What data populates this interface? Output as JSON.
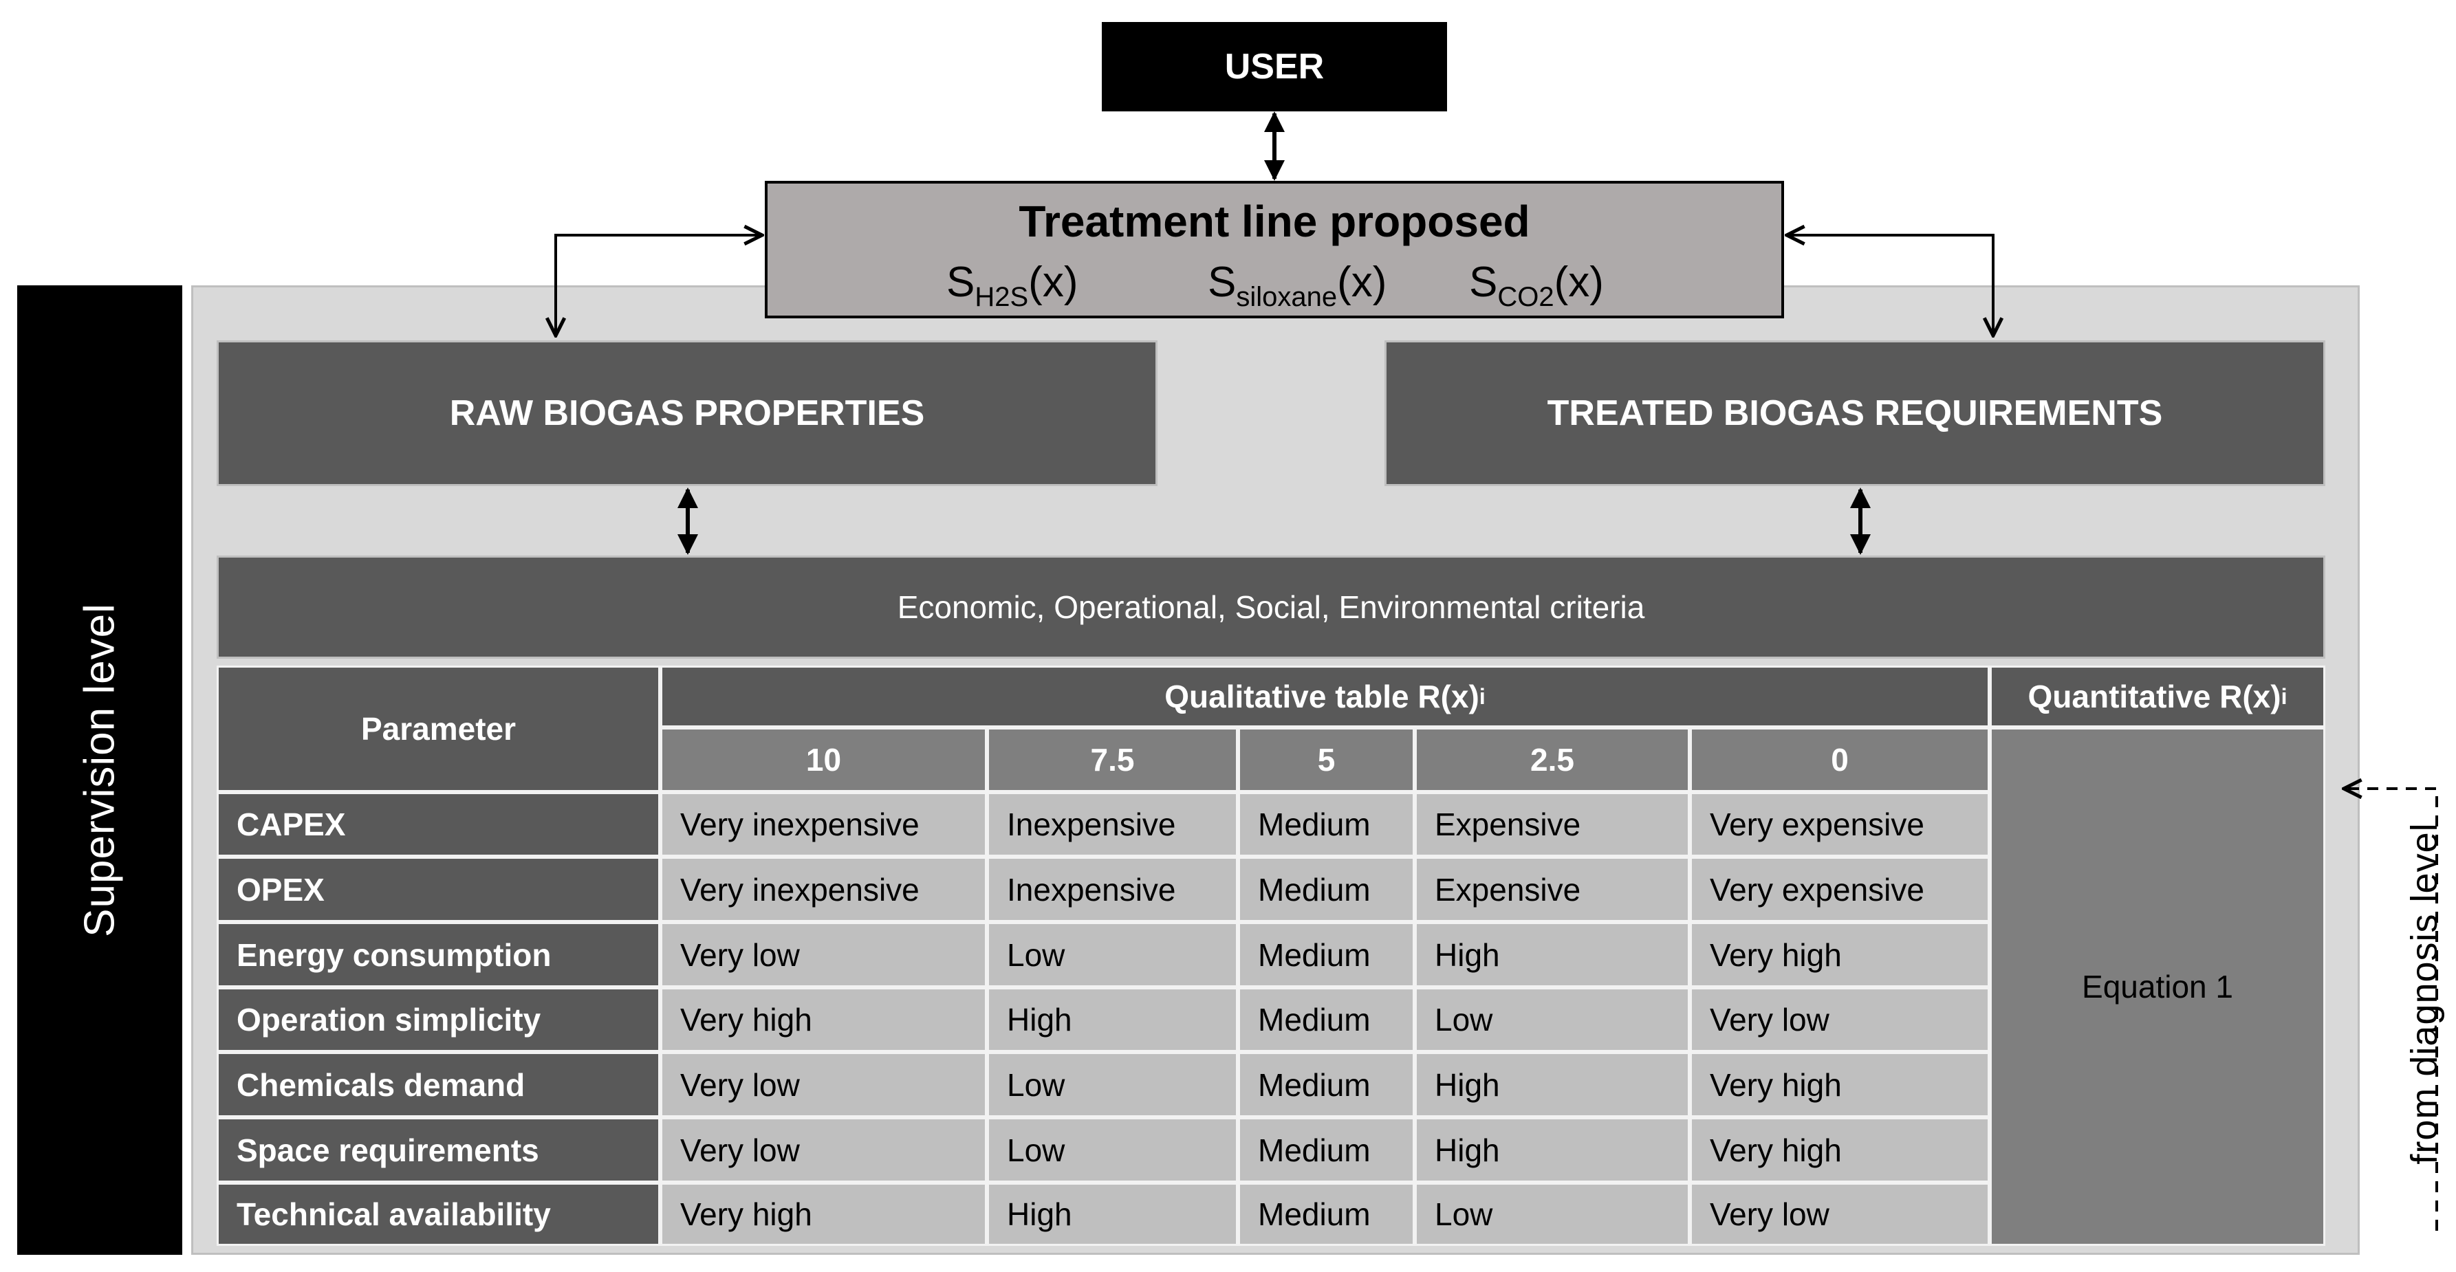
{
  "user_label": "USER",
  "treatment": {
    "title": "Treatment line proposed",
    "s_symbol": "S",
    "h2s_sub": "H2S",
    "siloxane_sub": "siloxane",
    "co2_sub": "CO2",
    "arg": "(x)"
  },
  "raw_label": "RAW BIOGAS PROPERTIES",
  "treated_label": "TREATED BIOGAS REQUIREMENTS",
  "criteria_label": "Economic, Operational, Social, Environmental criteria",
  "supervision_label": "Supervision level",
  "diagnosis_label": "from diagnosis level",
  "table": {
    "param_header": "Parameter",
    "qual_header": "Qualitative table R(x)",
    "quant_header": "Quantitative R(x)",
    "index_sub": "i",
    "scores": [
      "10",
      "7.5",
      "5",
      "2.5",
      "0"
    ],
    "rows": [
      {
        "param": "CAPEX",
        "values": [
          "Very inexpensive",
          "Inexpensive",
          "Medium",
          "Expensive",
          "Very expensive"
        ]
      },
      {
        "param": "OPEX",
        "values": [
          "Very inexpensive",
          "Inexpensive",
          "Medium",
          "Expensive",
          "Very expensive"
        ]
      },
      {
        "param": "Energy consumption",
        "values": [
          "Very low",
          "Low",
          "Medium",
          "High",
          "Very high"
        ]
      },
      {
        "param": "Operation simplicity",
        "values": [
          "Very high",
          "High",
          "Medium",
          "Low",
          "Very low"
        ]
      },
      {
        "param": "Chemicals demand",
        "values": [
          "Very low",
          "Low",
          "Medium",
          "High",
          "Very high"
        ]
      },
      {
        "param": "Space requirements",
        "values": [
          "Very low",
          "Low",
          "Medium",
          "High",
          "Very high"
        ]
      },
      {
        "param": "Technical availability",
        "values": [
          "Very high",
          "High",
          "Medium",
          "Low",
          "Very low"
        ]
      }
    ],
    "equation_label": "Equation 1"
  }
}
